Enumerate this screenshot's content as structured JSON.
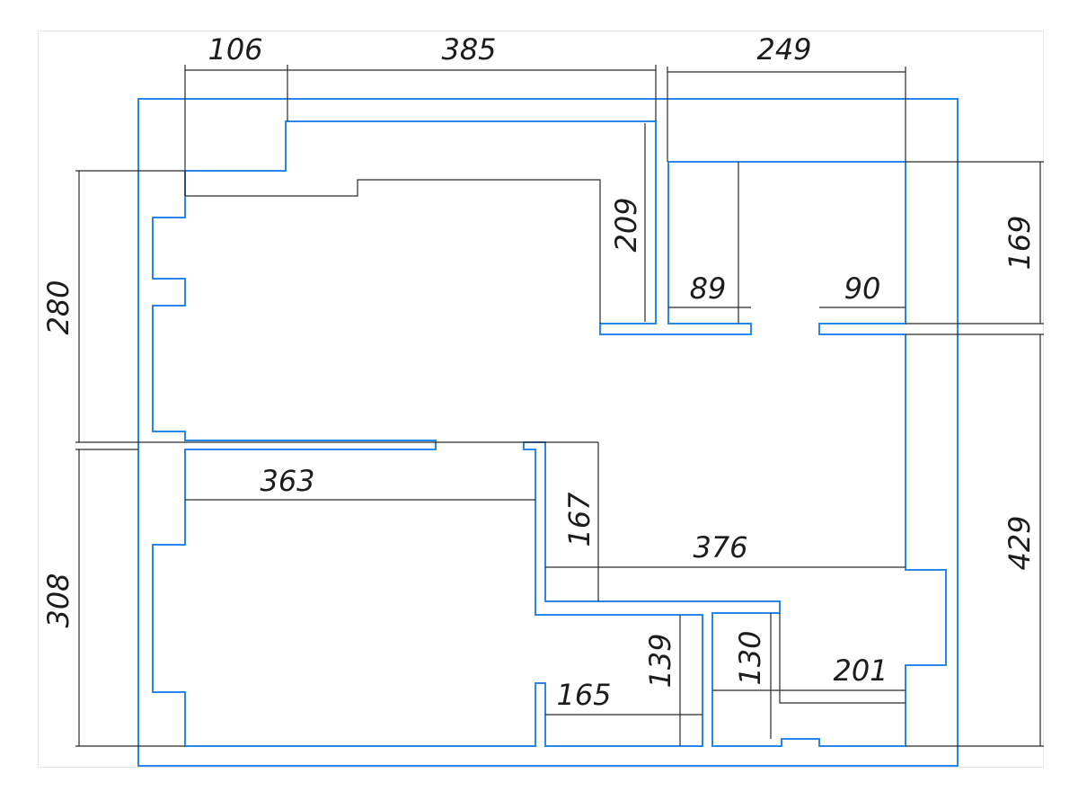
{
  "floorplan": {
    "dimensions": {
      "top_left": "106",
      "top_middle": "385",
      "top_right": "249",
      "left_upper": "280",
      "left_lower": "308",
      "right_upper": "169",
      "right_lower": "429",
      "corridor_height": "209",
      "door_left": "89",
      "door_right": "90",
      "room_width": "363",
      "niche_height": "167",
      "hall_width": "376",
      "bath_height": "139",
      "bath_width": "165",
      "wc_height": "130",
      "wc_width": "201"
    },
    "colors": {
      "wall": "#2a87e8",
      "dimension_line": "#2a2a2a"
    }
  }
}
